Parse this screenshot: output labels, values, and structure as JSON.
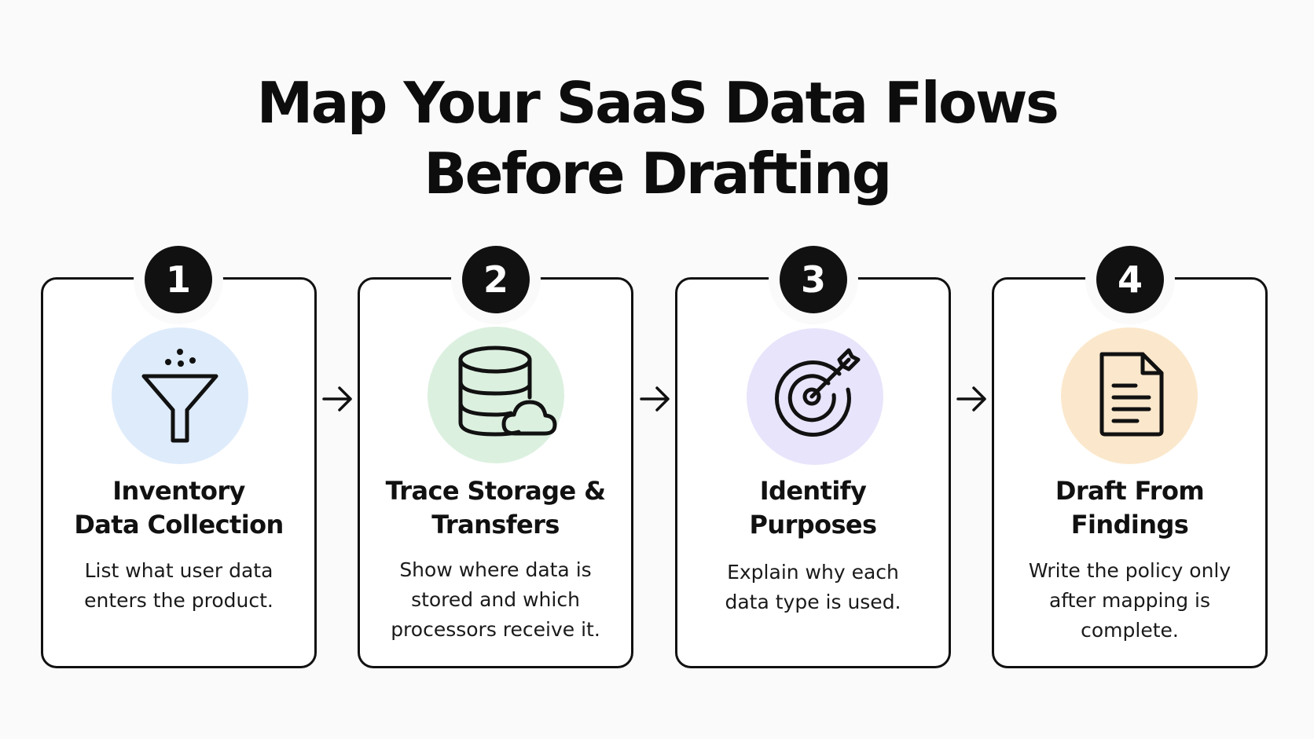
{
  "title": {
    "line1": "Map Your SaaS Data Flows",
    "line2": "Before Drafting"
  },
  "steps": [
    {
      "number": "1",
      "icon": "funnel-icon",
      "icon_bg": "#deebfb",
      "title_lines": [
        "Inventory",
        "Data Collection"
      ],
      "description_lines": [
        "List what user data",
        "enters the product."
      ]
    },
    {
      "number": "2",
      "icon": "database-cloud-icon",
      "icon_bg": "#dcf0e0",
      "title_lines": [
        "Trace Storage &",
        "Transfers"
      ],
      "description_lines": [
        "Show where data is",
        "stored and which",
        "processors receive it."
      ]
    },
    {
      "number": "3",
      "icon": "target-icon",
      "icon_bg": "#e8e4fb",
      "title_lines": [
        "Identify",
        "Purposes"
      ],
      "description_lines": [
        "Explain why each",
        "data type is used."
      ]
    },
    {
      "number": "4",
      "icon": "document-icon",
      "icon_bg": "#fbe8cc",
      "title_lines": [
        "Draft From",
        "Findings"
      ],
      "description_lines": [
        "Write the policy only",
        "after mapping is",
        "complete."
      ]
    }
  ],
  "colors": {
    "background": "#fafafa",
    "ink": "#111111",
    "card_border": "#111111"
  }
}
